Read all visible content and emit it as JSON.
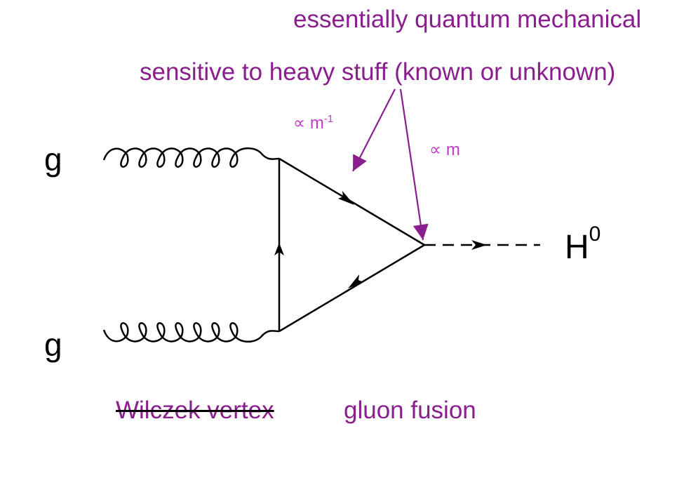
{
  "annotations": {
    "line1": "essentially quantum mechanical",
    "line2": "sensitive to heavy stuff (known or unknown)",
    "propto_inverse": "∝ m",
    "propto_inverse_exp": "-1",
    "propto_m": "∝ m"
  },
  "particles": {
    "gluon_top": "g",
    "gluon_bottom": "g",
    "higgs": "H",
    "higgs_sup": "0"
  },
  "caption": {
    "struck": "Wilczek vertex",
    "label": "gluon fusion"
  },
  "colors": {
    "annotation": "#8B1E8F",
    "scaling": "#C23BC6",
    "lines": "#000000"
  }
}
